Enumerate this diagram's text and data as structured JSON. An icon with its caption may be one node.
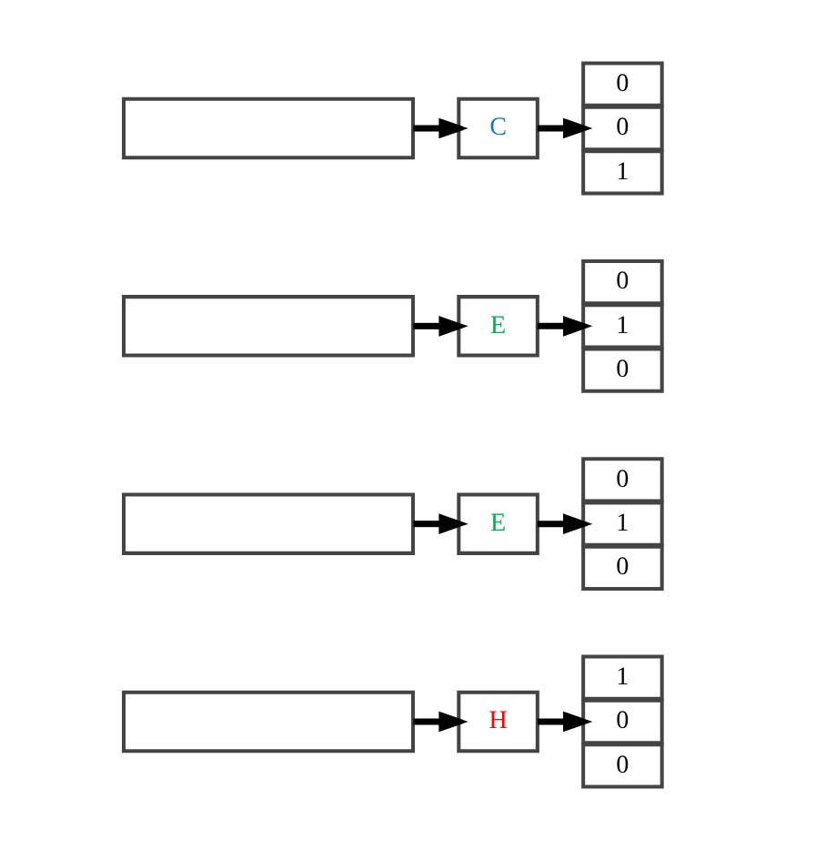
{
  "diagram": {
    "nodes": [
      {
        "text": [],
        "shape": "box"
      },
      {
        "text": [
          "C"
        ]
      },
      {
        "text": [
          "0"
        ]
      },
      {
        "text": [
          "0"
        ]
      },
      {
        "text": [
          "1"
        ]
      },
      {
        "text": [],
        "shape": "box"
      },
      {
        "text": [
          "E"
        ]
      },
      {
        "text": [
          "0"
        ]
      },
      {
        "text": [
          "1"
        ]
      },
      {
        "text": [
          "0"
        ]
      },
      {
        "text": [],
        "shape": "box"
      },
      {
        "text": [
          "E"
        ]
      },
      {
        "text": [
          "0"
        ]
      },
      {
        "text": [
          "1"
        ]
      },
      {
        "text": [
          "0"
        ]
      },
      {
        "text": [],
        "shape": "box"
      },
      {
        "text": [
          "H"
        ]
      },
      {
        "text": [
          "1"
        ]
      },
      {
        "text": [
          "0"
        ]
      },
      {
        "text": [
          "0"
        ]
      }
    ],
    "edges": [
      {
        "from": 0,
        "to": 1,
        "arrow": "to"
      },
      {
        "from": 1,
        "to": 3,
        "arrow": "to"
      },
      {
        "from": 5,
        "to": 6,
        "arrow": "to"
      },
      {
        "from": 6,
        "to": 8,
        "arrow": "to"
      },
      {
        "from": 10,
        "to": 11,
        "arrow": "to"
      },
      {
        "from": 11,
        "to": 13,
        "arrow": "to"
      },
      {
        "from": 15,
        "to": 16,
        "arrow": "to"
      },
      {
        "from": 16,
        "to": 18,
        "arrow": "to"
      }
    ]
  }
}
